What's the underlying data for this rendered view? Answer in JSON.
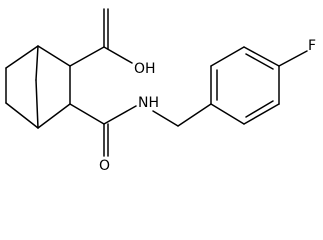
{
  "molecule": {
    "atoms": {
      "oh": "OH",
      "carbonyl_o": "O",
      "nh": "NH",
      "fluorine": "F"
    }
  }
}
